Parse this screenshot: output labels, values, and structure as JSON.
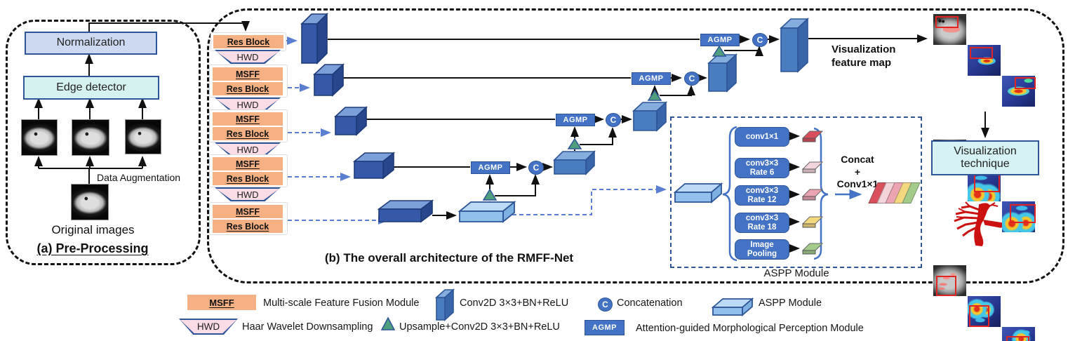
{
  "panel_a": {
    "title": "(a) Pre-Processing",
    "normalization_label": "Normalization",
    "edge_detector_label": "Edge detector",
    "data_augmentation_label": "Data Augmentation",
    "original_images_label": "Original images"
  },
  "panel_b": {
    "title": "(b) The overall architecture of the RMFF-Net",
    "msff_label": "MSFF",
    "res_block_label": "Res Block",
    "hwd_label": "HWD",
    "agmp_label": "AGMP",
    "concat_symbol": "C",
    "vis_feature_map_line1": "Visualization",
    "vis_feature_map_line2": "feature map",
    "vis_technique_line1": "Visualization",
    "vis_technique_line2": "technique"
  },
  "aspp": {
    "module_label": "ASPP Module",
    "branches": [
      {
        "line1": "conv1×1",
        "line2": "",
        "color": "#d9505c"
      },
      {
        "line1": "conv3×3",
        "line2": "Rate 6",
        "color": "#f4d4db"
      },
      {
        "line1": "conv3×3",
        "line2": "Rate 12",
        "color": "#eda4b2"
      },
      {
        "line1": "conv3×3",
        "line2": "Rate 18",
        "color": "#f3d87f"
      },
      {
        "line1": "Image",
        "line2": "Pooling",
        "color": "#a3cc8b"
      }
    ],
    "concat_text_line1": "Concat",
    "concat_text_line2": "+",
    "concat_text_line3": "Conv1×1",
    "stack_colors": [
      "#d9505c",
      "#f4d4db",
      "#eda4b2",
      "#f3d87f",
      "#a3cc8b"
    ]
  },
  "legend": {
    "msff_icon": "MSFF",
    "msff_text": "Multi-scale Feature Fusion Module",
    "conv2d_text": "Conv2D 3×3+BN+ReLU",
    "concat_icon": "C",
    "concat_text": "Concatenation",
    "aspp_text": "ASPP Module",
    "hwd_icon": "HWD",
    "hwd_text": "Haar Wavelet Downsampling",
    "upsample_text": "Upsample+Conv2D 3×3+BN+ReLU",
    "agmp_icon": "AGMP",
    "agmp_text": "Attention-guided Morphological Perception Module"
  },
  "colors": {
    "encoder_face": "#3558a8",
    "decoder_face": "#4a7cc0",
    "aspp_slab_face": "#92c0ec",
    "agmp_fill": "#4472c4",
    "triangle_fill": "#4f9e7d",
    "dashed_blue": "#5b7fd0",
    "msff_orange": "#f5b183",
    "hwd_pink": "#fadce6",
    "annotation_red": "#e02323",
    "vessel_red": "#cc1111"
  }
}
